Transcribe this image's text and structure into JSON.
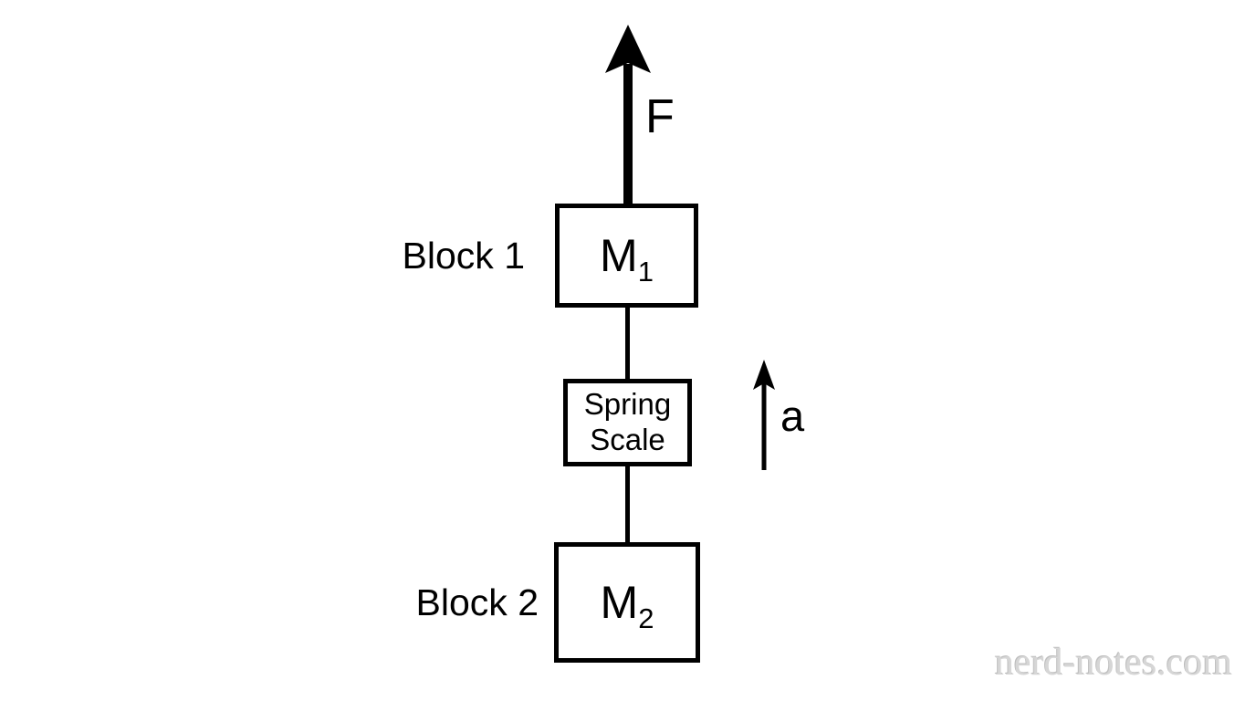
{
  "page": {
    "background_color": "#ffffff",
    "line_color": "#000000",
    "watermark_color": "#d6d6d6"
  },
  "diagram": {
    "title_implicit": "Two blocks connected by a spring scale pulled upward",
    "force_label": "F",
    "acceleration_label": "a",
    "block1": {
      "side_label": "Block 1",
      "mass_main": "M",
      "mass_sub": "1"
    },
    "spring_scale": {
      "line1": "Spring",
      "line2": "Scale"
    },
    "block2": {
      "side_label": "Block 2",
      "mass_main": "M",
      "mass_sub": "2"
    },
    "icons": {
      "force_arrow": "up-arrow-icon",
      "acceleration_arrow": "up-arrow-icon"
    }
  },
  "watermark": {
    "text": "nerd-notes.com"
  }
}
